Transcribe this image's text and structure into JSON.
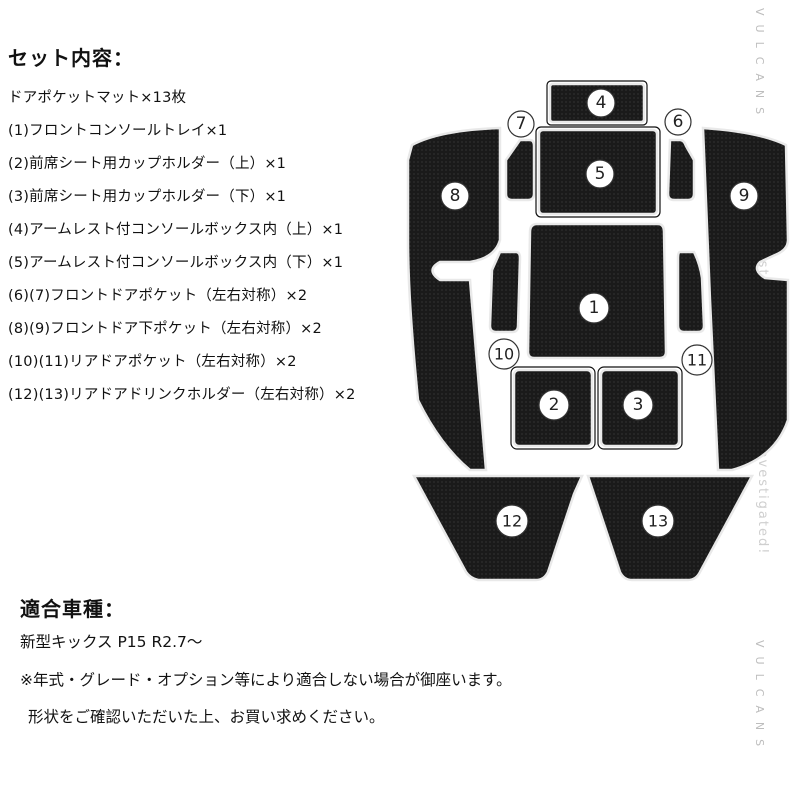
{
  "set": {
    "heading": "セット内容：",
    "items": [
      "ドアポケットマット×13枚",
      "(1)フロントコンソールトレイ×1",
      "(2)前席シート用カップホルダー（上）×1",
      "(3)前席シート用カップホルダー（下）×1",
      "(4)アームレスト付コンソールボックス内（上）×1",
      "(5)アームレスト付コンソールボックス内（下）×1",
      "(6)(7)フロントドアポケット（左右対称）×2",
      "(8)(9)フロントドア下ポケット（左右対称）×2",
      "(10)(11)リアドアポケット（左右対称）×2",
      "(12)(13)リアドアドリンクホルダー（左右対称）×2"
    ]
  },
  "fit": {
    "heading": "適合車種：",
    "model": "新型キックス P15 R2.7〜",
    "note1": "※年式・グレード・オプション等により適合しない場合が御座います。",
    "note2": "形状をご確認いただいた上、お買い求めください。"
  },
  "mat_labels": [
    "1",
    "2",
    "3",
    "4",
    "5",
    "6",
    "7",
    "8",
    "9",
    "10",
    "11",
    "12",
    "13"
  ],
  "watermark": {
    "text": "vulcans instruments have been investigated!",
    "brand_top": "VULCANS",
    "brand_bottom": "VULCANS"
  },
  "colors": {
    "mat": "#1c1c1c",
    "border": "#e8e8e8",
    "text": "#111111"
  }
}
